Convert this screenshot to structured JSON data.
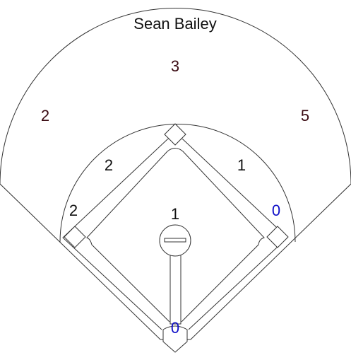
{
  "title": "Sean Bailey",
  "colors": {
    "dark": "#111111",
    "maroon": "#3a0a12",
    "blue": "#1010c8"
  },
  "zones": [
    {
      "id": "left-field",
      "value": "2",
      "color": "#3a0a12"
    },
    {
      "id": "center-field",
      "value": "3",
      "color": "#3a0a12"
    },
    {
      "id": "right-field",
      "value": "5",
      "color": "#3a0a12"
    },
    {
      "id": "third-base",
      "value": "2",
      "color": "#111111"
    },
    {
      "id": "shortstop",
      "value": "2",
      "color": "#111111"
    },
    {
      "id": "second-base",
      "value": "1",
      "color": "#111111"
    },
    {
      "id": "first-base",
      "value": "0",
      "color": "#1010c8"
    },
    {
      "id": "pitcher",
      "value": "1",
      "color": "#111111"
    },
    {
      "id": "catcher",
      "value": "0",
      "color": "#1010c8"
    }
  ]
}
